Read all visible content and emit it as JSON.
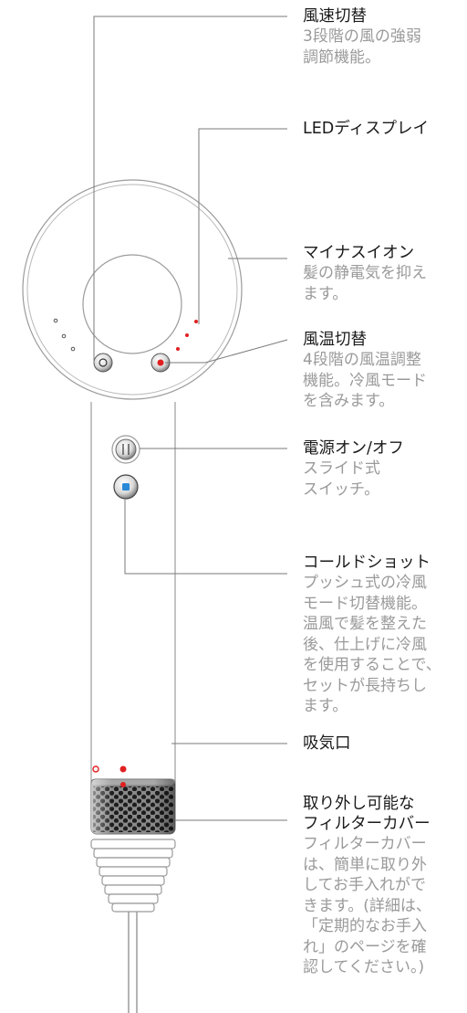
{
  "colors": {
    "outline": "#9b9b9b",
    "leader": "#7a7a7a",
    "title": "#1a1a1a",
    "desc": "#9a9a9a",
    "accent_red": "#e02020",
    "accent_blue": "#2a8ad8",
    "filter_metal": "#8e8e8e"
  },
  "labels": [
    {
      "id": "speed-switch",
      "title": "風速切替",
      "desc": "3段階の風の強弱\n調節機能。"
    },
    {
      "id": "led-display",
      "title": "LEDディスプレイ",
      "desc": ""
    },
    {
      "id": "minus-ion",
      "title": "マイナスイオン",
      "desc": "髪の静電気を抑え\nます。"
    },
    {
      "id": "temp-switch",
      "title": "風温切替",
      "desc": "4段階の風温調整\n機能。冷風モード\nを含みます。"
    },
    {
      "id": "power-switch",
      "title": "電源オン/オフ",
      "desc": "スライド式\nスイッチ。"
    },
    {
      "id": "cold-shot",
      "title": "コールドショット",
      "desc": "プッシュ式の冷風\nモード切替機能。\n温風で髪を整えた\n後、仕上げに冷風\nを使用することで、\nセットが長持ちし\nます。"
    },
    {
      "id": "air-intake",
      "title": "吸気口",
      "desc": ""
    },
    {
      "id": "filter-cover",
      "title": "取り外し可能な\nフィルターカバー",
      "desc": "フィルターカバー\nは、簡単に取り外\nしてお手入れがで\nきます。(詳細は、\n「定期的なお手入\nれ」のページを確\n認してください。)"
    }
  ]
}
